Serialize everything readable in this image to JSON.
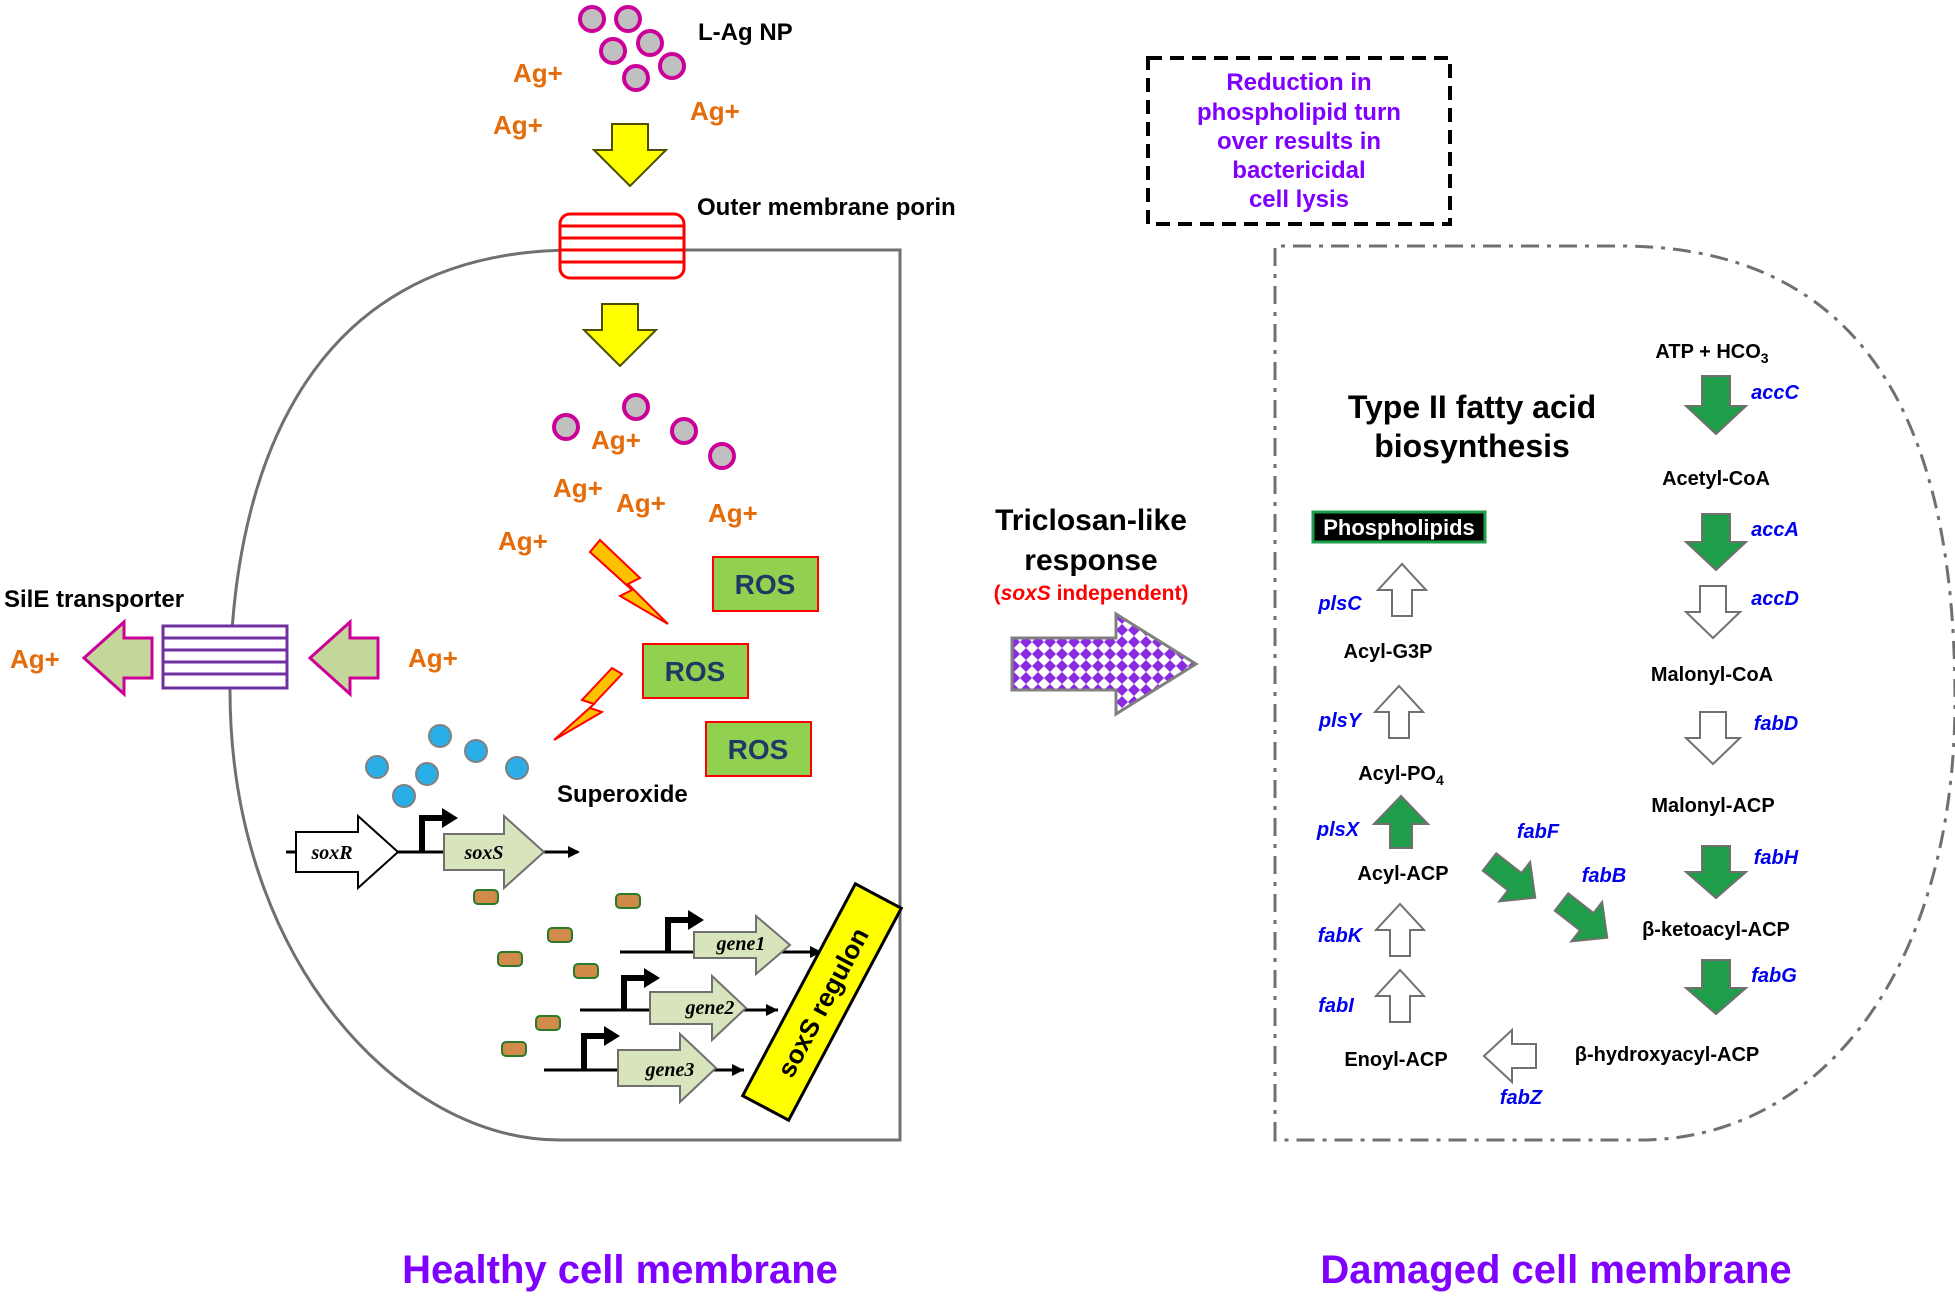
{
  "left_panel": {
    "l_ag_np": "L-Ag NP",
    "ag_ion": "Ag+",
    "outer_membrane_porin": "Outer membrane porin",
    "sile_transporter": "SilE transporter",
    "ros": "ROS",
    "superoxide": "Superoxide",
    "sox_r": "soxR",
    "sox_s": "soxS",
    "genes": [
      "gene1",
      "gene2",
      "gene3"
    ],
    "regulon_label": "soxS regulon",
    "caption": "Healthy cell membrane"
  },
  "middle": {
    "response_line1": "Triclosan-like",
    "response_line2": "response",
    "paren_open": "(",
    "sox_s": "soxS",
    "independent": " independent)"
  },
  "right_panel": {
    "note_lines": [
      "Reduction in",
      "phospholipid turn",
      "over results in",
      "bactericidal",
      "cell lysis"
    ],
    "title_line1": "Type II fatty acid",
    "title_line2": "biosynthesis",
    "phospholipids": "Phospholipids",
    "atp": "ATP + HCO",
    "atp_sub": "3",
    "metabolites": {
      "acetyl_coa": "Acetyl-CoA",
      "malonyl_coa": "Malonyl-CoA",
      "malonyl_acp": "Malonyl-ACP",
      "ketoacyl_acp": "β-ketoacyl-ACP",
      "hydroxyacyl_acp": "β-hydroxyacyl-ACP",
      "enoyl_acp": "Enoyl-ACP",
      "acyl_acp": "Acyl-ACP",
      "acyl_po4": "Acyl-PO",
      "acyl_po4_sub": "4",
      "acyl_g3p": "Acyl-G3P"
    },
    "genes": {
      "accC": "accC",
      "accA": "accA",
      "accD": "accD",
      "fabD": "fabD",
      "fabH": "fabH",
      "fabG": "fabG",
      "fabZ": "fabZ",
      "fabI": "fabI",
      "fabK": "fabK",
      "plsX": "plsX",
      "plsY": "plsY",
      "plsC": "plsC",
      "fabF": "fabF",
      "fabB": "fabB"
    },
    "caption": "Damaged cell membrane"
  },
  "colors": {
    "ag": "#e46c0a",
    "green_arrow": "#1e9e48",
    "gene_blue": "#0000ee",
    "caption_purple": "#7f00ff",
    "ros_box": "#92d050",
    "yellow_arrow": "#ffff00",
    "porin_red": "#ff0000",
    "transporter_violet": "#7030a0"
  }
}
